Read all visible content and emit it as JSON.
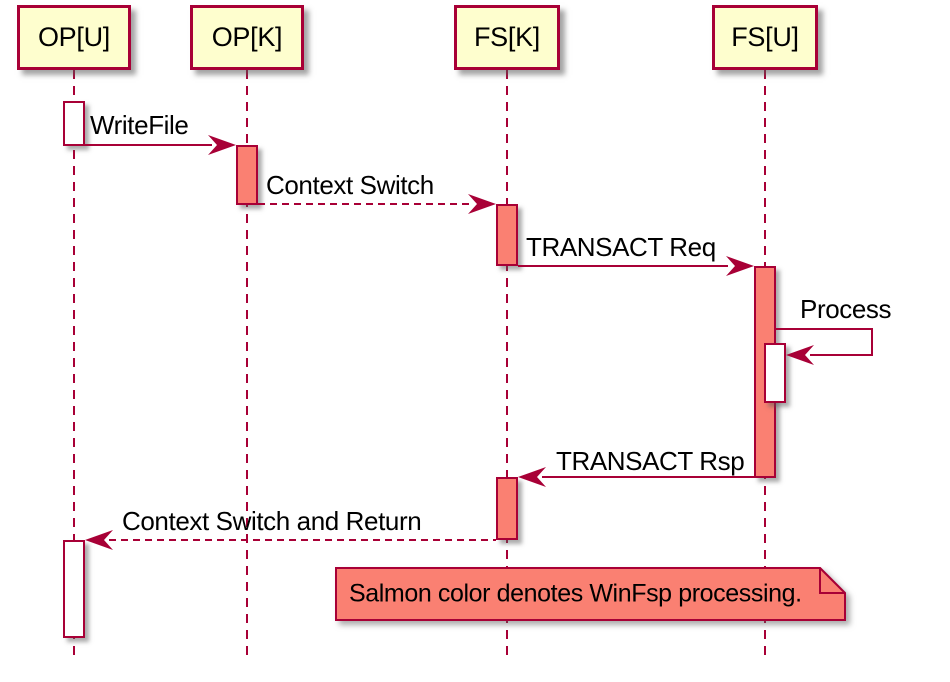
{
  "diagram": {
    "participants": [
      {
        "id": "op-u",
        "label": "OP[U]"
      },
      {
        "id": "op-k",
        "label": "OP[K]"
      },
      {
        "id": "fs-k",
        "label": "FS[K]"
      },
      {
        "id": "fs-u",
        "label": "FS[U]"
      }
    ],
    "messages": [
      {
        "from": "OP[U]",
        "to": "OP[K]",
        "label": "WriteFile",
        "style": "solid"
      },
      {
        "from": "OP[K]",
        "to": "FS[K]",
        "label": "Context Switch",
        "style": "dashed"
      },
      {
        "from": "FS[K]",
        "to": "FS[U]",
        "label": "TRANSACT Req",
        "style": "solid"
      },
      {
        "from": "FS[U]",
        "to": "FS[U]",
        "label": "Process",
        "style": "self"
      },
      {
        "from": "FS[U]",
        "to": "FS[K]",
        "label": "TRANSACT Rsp",
        "style": "solid"
      },
      {
        "from": "FS[K]",
        "to": "OP[U]",
        "label": "Context Switch and Return",
        "style": "dashed"
      }
    ],
    "note": {
      "text": "Salmon color denotes WinFsp processing."
    },
    "colors": {
      "salmon": "#FA8072",
      "crimson": "#A80036",
      "participant_fill": "#FEFECE",
      "background": "#FFFFFF",
      "text": "#000000"
    }
  }
}
